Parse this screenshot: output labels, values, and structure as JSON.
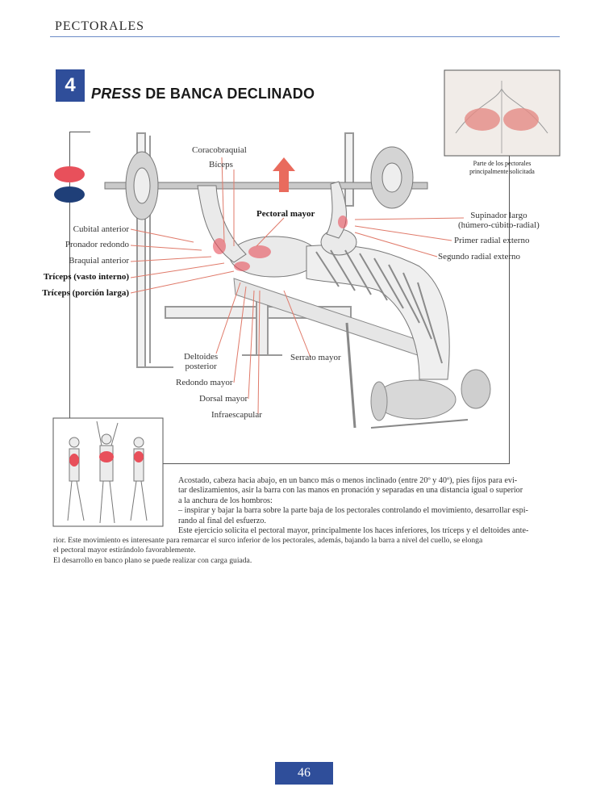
{
  "header": {
    "section": "PECTORALES"
  },
  "exercise": {
    "number": "4",
    "title_italic": "PRESS",
    "title_rest": " DE BANCA DECLINADO"
  },
  "inset": {
    "caption_line1": "Parte de los pectorales",
    "caption_line2": "principalmente solicitada"
  },
  "labels": {
    "coracobraquial": "Coracobraquial",
    "biceps": "Bíceps",
    "pectoral_mayor": "Pectoral mayor",
    "cubital_anterior": "Cubital anterior",
    "pronador_redondo": "Pronador redondo",
    "braquial_anterior": "Braquial anterior",
    "triceps_vasto": "Tríceps (vasto interno)",
    "triceps_porcion": "Tríceps (porción larga)",
    "supinador_largo_1": "Supinador largo",
    "supinador_largo_2": "(húmero-cúbito-radial)",
    "primer_radial": "Primer radial externo",
    "segundo_radial": "Segundo radial externo",
    "deltoides_1": "Deltoides",
    "deltoides_2": "posterior",
    "serrato_mayor": "Serrato mayor",
    "redondo_mayor": "Redondo mayor",
    "dorsal_mayor": "Dorsal mayor",
    "infraescapular": "Infraescapular"
  },
  "description": {
    "p1_l1": "Acostado, cabeza hacia abajo, en un banco más o menos inclinado (entre 20º y 40º), pies fijos para evi-",
    "p1_l2": "tar deslizamientos, asir la barra con las manos en pronación y separadas en una distancia igual o superior",
    "p1_l3": "a la anchura de los hombros:",
    "p2_l1": "– inspirar y bajar la barra sobre la parte baja de los pectorales controlando el movimiento, desarrollar espi-",
    "p2_l2": "rando al final del esfuerzo.",
    "p3_l1": "Este ejercicio solicita el pectoral mayor, principalmente los haces inferiores, los tríceps y el deltoides ante-",
    "p3_l2": "rior. Este movimiento es interesante para remarcar el surco inferior de los pectorales, además, bajando la barra a nivel del cuello, se elonga",
    "p3_l3": "el pectoral mayor estirándolo favorablemente.",
    "p4_l1": "El desarrollo en banco plano se puede realizar con carga guiada."
  },
  "page_number": "46",
  "colors": {
    "accent": "#2f4e9a",
    "red_marker": "#e8505b",
    "blue_marker": "#1f3f78",
    "leader": "#e07a6a"
  }
}
